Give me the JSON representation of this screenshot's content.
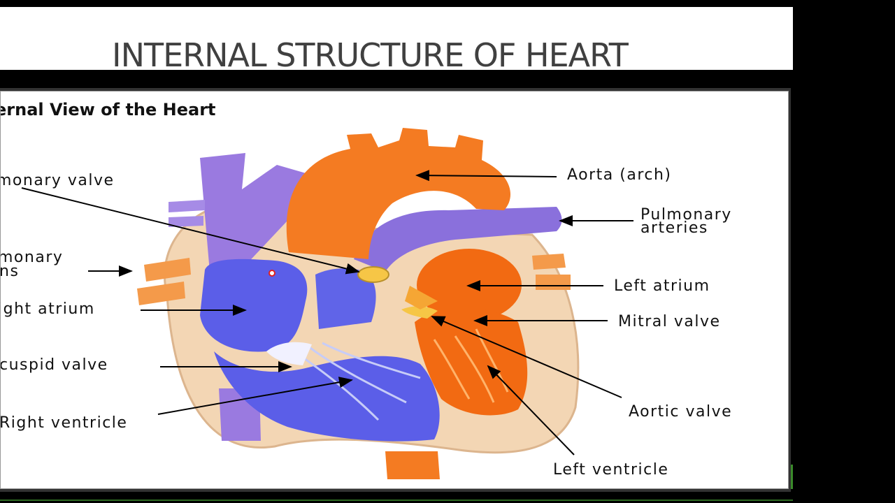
{
  "slide": {
    "title": "INTERNAL STRUCTURE OF HEART"
  },
  "figure": {
    "heading": "ernal View of the Heart",
    "labels": {
      "pulmonary_valve": "monary valve",
      "pulmonary_veins_1": "monary",
      "pulmonary_veins_2": "ns",
      "right_atrium": "ight atrium",
      "tricuspid_valve": "cuspid valve",
      "right_ventricle": "Right ventricle",
      "aorta": "Aorta (arch)",
      "pulmonary_arteries_1": "Pulmonary",
      "pulmonary_arteries_2": "arteries",
      "left_atrium": "Left atrium",
      "mitral_valve": "Mitral valve",
      "aortic_valve": "Aortic valve",
      "left_ventricle": "Left ventricle"
    }
  },
  "colors": {
    "oxygen_poor": "#6666ee",
    "oxygen_rich": "#f26a12",
    "vessel_purple": "#9a7ae0",
    "tissue": "#f3d6b4",
    "accent": "#3a8a2a"
  }
}
